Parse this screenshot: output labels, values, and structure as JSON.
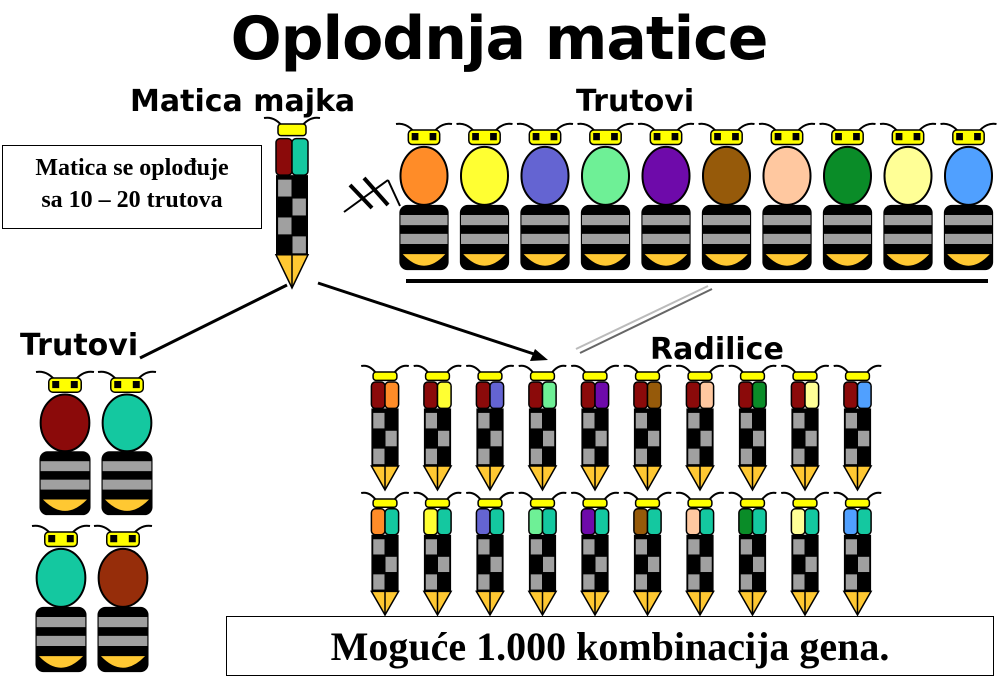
{
  "title": "Oplodnja matice",
  "labels": {
    "mother_queen": "Matica majka",
    "drones_top": "Trutovi",
    "drones_bottom": "Trutovi",
    "workers": "Radilice"
  },
  "info_box": [
    "Matica se oplođuje",
    "sa 10 – 20 trutova"
  ],
  "footer_box": "Moguće 1.000 kombinacija gena.",
  "colors": {
    "queen_left": "#8b0a0a",
    "queen_right": "#14c8a0",
    "drone_palette": [
      "#ff8c28",
      "#ffff32",
      "#6464d2",
      "#6ef096",
      "#6e0aaa",
      "#965a0a",
      "#ffc8a0",
      "#0a8c28",
      "#ffff96",
      "#50a0ff"
    ],
    "offspring_drones": [
      "#8b0a0a",
      "#14c8a0",
      "#14c8a0",
      "#962d0a"
    ],
    "head": "#ffff00",
    "abdomen_tip": "#ffc832",
    "stripe": "#a0a0a0"
  }
}
